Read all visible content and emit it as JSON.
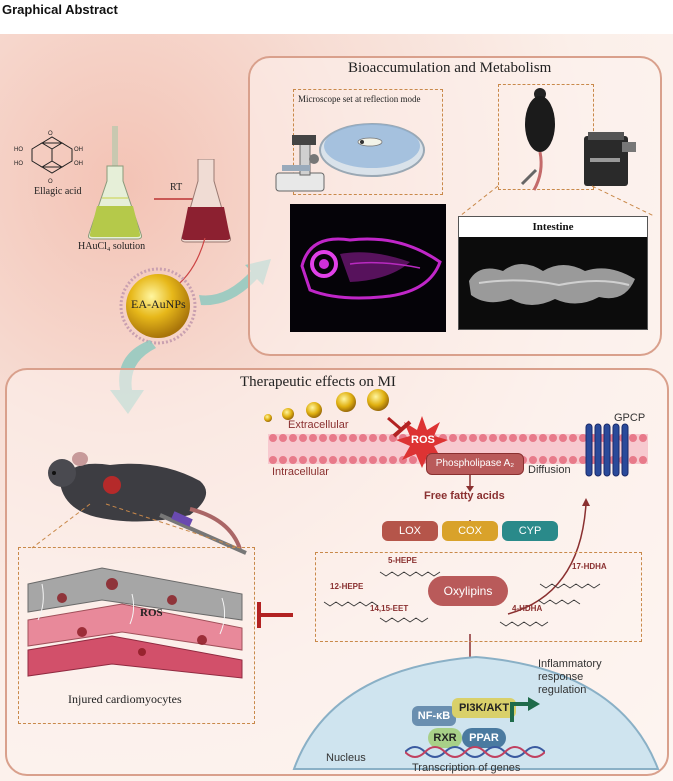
{
  "header": {
    "title": "Graphical Abstract"
  },
  "synthesis": {
    "compound_label": "Ellagic acid",
    "solution_label": "HAuCl₄ solution",
    "condition_label": "RT",
    "np_label": "EA-AuNPs"
  },
  "bioaccumulation": {
    "title": "Bioaccumulation and Metabolism",
    "microscope_label": "Microscope set at reflection mode",
    "intestine_label": "Intestine"
  },
  "therapeutic": {
    "title": "Therapeutic effects on MI",
    "extracellular": "Extracellular",
    "intracellular": "Intracellular",
    "ros": "ROS",
    "phospholipase": "Phospholipase A₂",
    "diffusion": "Diffusion",
    "gpcp": "GPCP",
    "free_fatty_acids": "Free fatty acids",
    "enzymes": [
      "LOX",
      "COX",
      "CYP"
    ],
    "oxylipins": "Oxylipins",
    "metabolites": [
      "5-HEPE",
      "12-HEPE",
      "14,15-EET",
      "4-HDHA",
      "17-HDHA"
    ],
    "nfkb": "NF-κB",
    "pi3k": "PI3K/AKT",
    "rxr": "RXR",
    "ppar": "PPAR",
    "inflammatory": [
      "Inflammatory",
      "response",
      "regulation"
    ],
    "nucleus": "Nucleus",
    "transcription": "Transcription of genes",
    "tissue_ros": "ROS",
    "injured": "Injured cardiomyocytes"
  }
}
